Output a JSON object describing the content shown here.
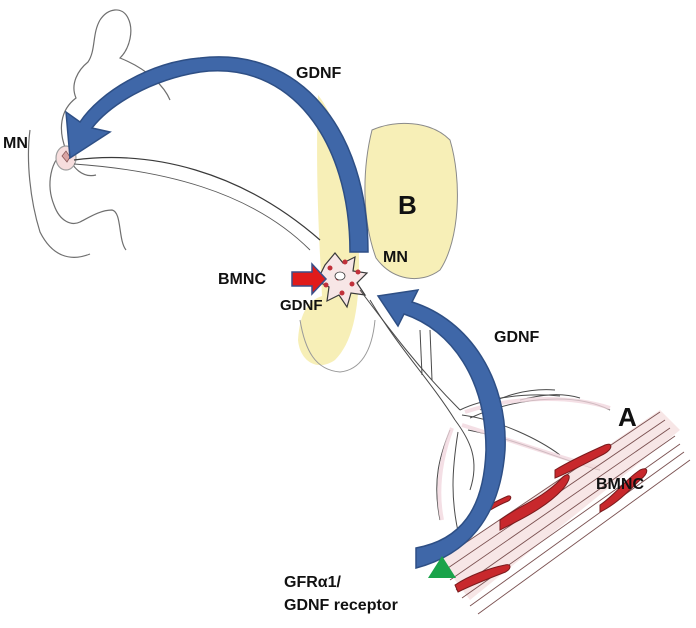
{
  "labels": {
    "gdnf_top": "GDNF",
    "mn_left": "MN",
    "b_letter": "B",
    "mn_center": "MN",
    "bmnc_center": "BMNC",
    "gdnf_center": "GDNF",
    "gdnf_right": "GDNF",
    "a_letter": "A",
    "bmnc_right": "BMNC",
    "receptor_line1": "GFRα1/",
    "receptor_line2": "GDNF receptor"
  },
  "colors": {
    "arrow_blue": "#3f67a8",
    "arrow_blue_edge": "#2e4f85",
    "ganglion_yellow": "#f5eb9a",
    "marker_red": "#e01b1b",
    "receptor_green": "#1aa34a",
    "muscle_red": "#c8282c"
  },
  "icons": {
    "bmnc_marker": "red-arrow-icon",
    "receptor_marker": "green-triangle-icon"
  }
}
